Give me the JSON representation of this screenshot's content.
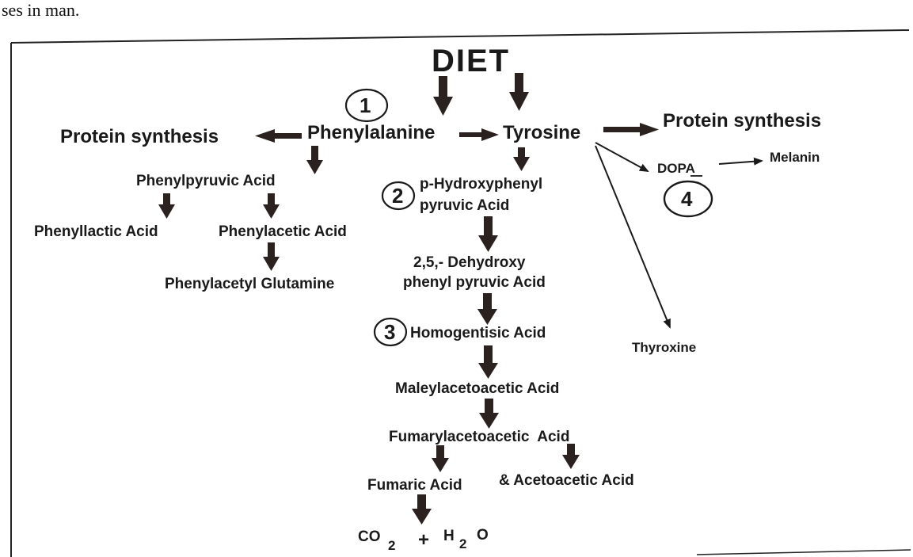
{
  "caption": "ses in man.",
  "diagram": {
    "source": "DIET",
    "nodes": {
      "phenylalanine": "Phenylalanine",
      "tyrosine": "Tyrosine",
      "protein_left": "Protein synthesis",
      "protein_right": "Protein synthesis",
      "phenylpyruvic": "Phenylpyruvic Acid",
      "phenyllactic": "Phenyllactic Acid",
      "phenylacetic": "Phenylacetic Acid",
      "phenylacetyl_glutamine": "Phenylacetyl Glutamine",
      "p_hydroxy_1": "p-Hydroxyphenyl",
      "p_hydroxy_2": "pyruvic Acid",
      "dehydroxy_1": "2,5,- Dehydroxy",
      "dehydroxy_2": "phenyl pyruvic Acid",
      "homogentisic": "Homogentisic Acid",
      "maleylacetoacetic": "Maleylacetoacetic Acid",
      "fumarylacetoacetic": "Fumarylacetoacetic  Acid",
      "fumaric": "Fumaric Acid",
      "acetoacetic": "& Acetoacetic Acid",
      "co2": "CO",
      "co2_sub": "2",
      "plus": "+",
      "h2o_h": "H",
      "h2o_sub": "2",
      "h2o_o": "O",
      "dopa": "DOPA",
      "melanin": "Melanin",
      "thyroxine": "Thyroxine"
    },
    "markers": [
      "1",
      "2",
      "3",
      "4"
    ],
    "colors": {
      "ink": "#1a1a1a",
      "arrow": "#2b2220"
    }
  }
}
